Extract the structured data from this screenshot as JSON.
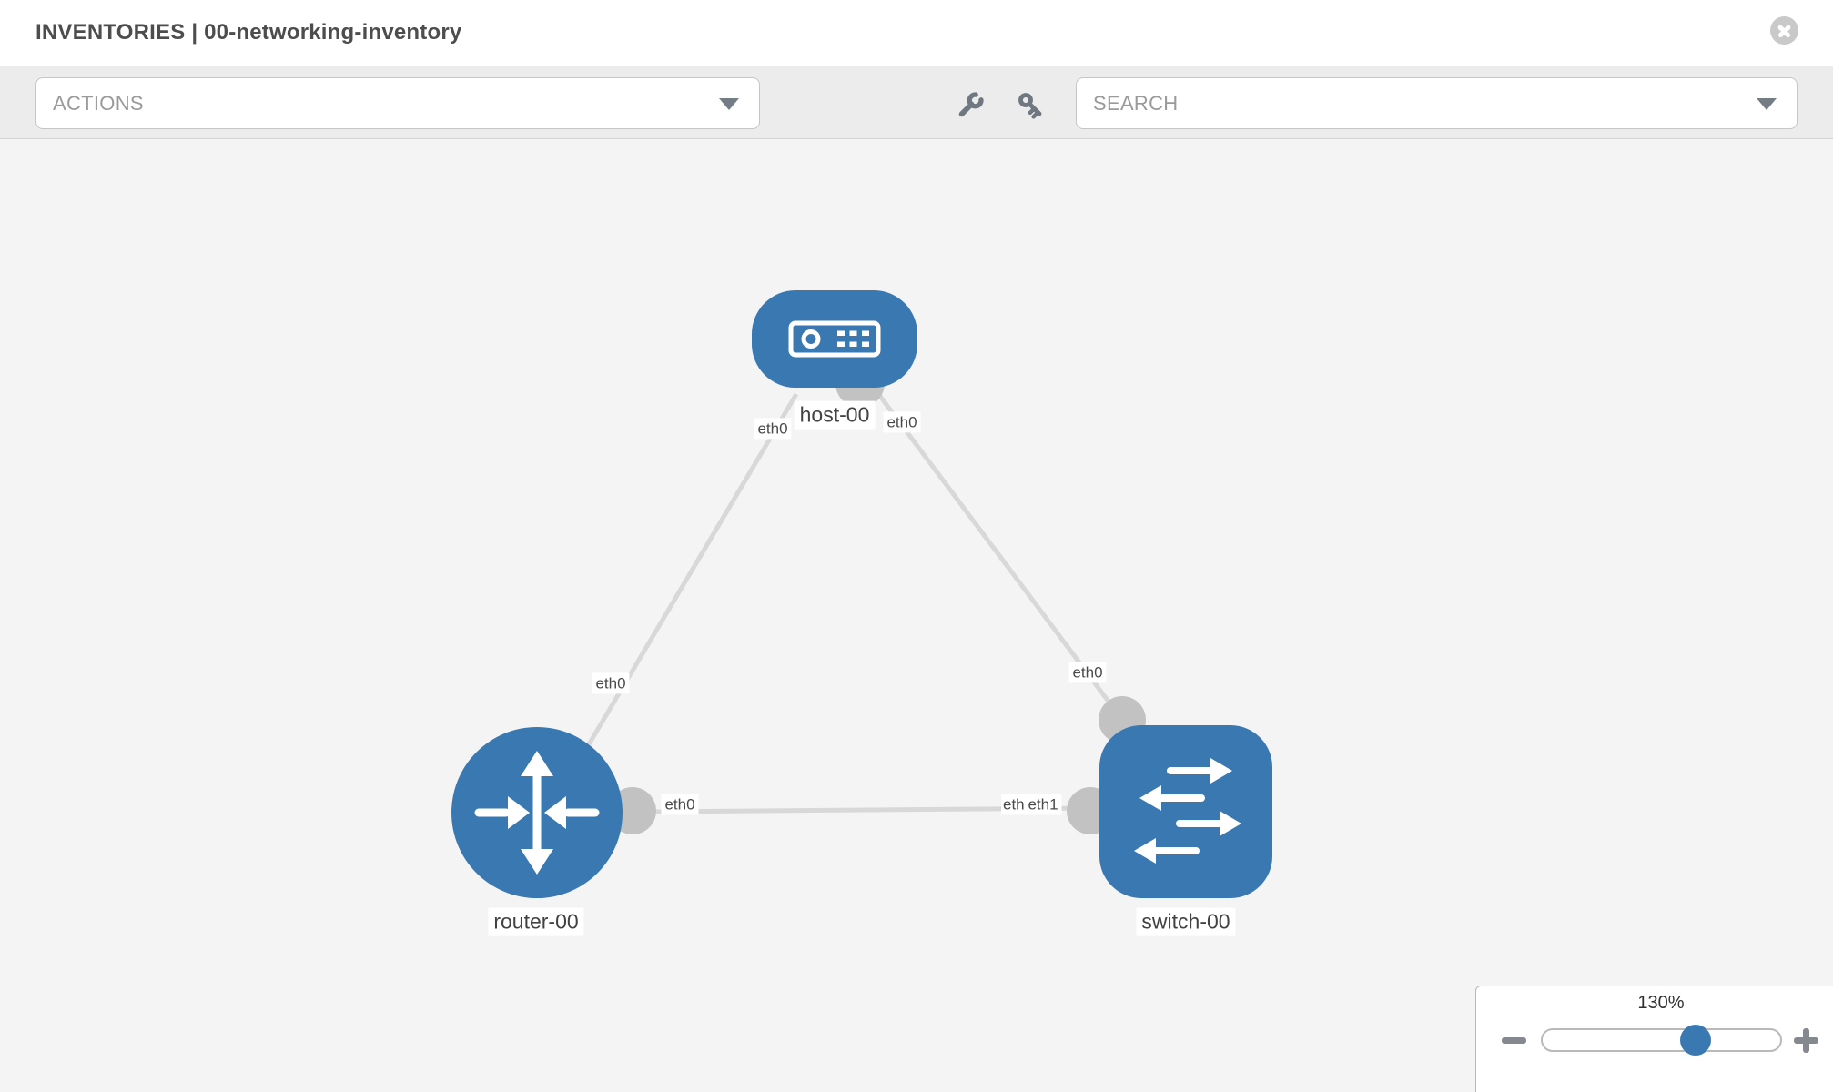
{
  "header": {
    "title": "INVENTORIES | 00-networking-inventory"
  },
  "toolbar": {
    "actions_placeholder": "ACTIONS",
    "search_placeholder": "SEARCH"
  },
  "canvas": {
    "nodes": [
      {
        "id": "host-00",
        "type": "host",
        "label": "host-00"
      },
      {
        "id": "router-00",
        "type": "router",
        "label": "router-00"
      },
      {
        "id": "switch-00",
        "type": "switch",
        "label": "switch-00"
      }
    ],
    "links": [
      {
        "source": "host-00",
        "target": "router-00",
        "source_label": "eth0",
        "target_label": "eth0"
      },
      {
        "source": "host-00",
        "target": "switch-00",
        "source_label": "eth0",
        "target_label": "eth0"
      },
      {
        "source": "router-00",
        "target": "switch-00",
        "source_label": "eth0",
        "target_label": "eth1",
        "target_label_back": "eth1"
      }
    ]
  },
  "zoom_control": {
    "level": "130%"
  },
  "colors": {
    "node_blue": "#3a78b2",
    "link_gray": "#d8d8d8",
    "connector_gray": "#c2c2c2",
    "canvas_bg": "#f4f4f5",
    "toolbar_bg": "#ececec"
  }
}
